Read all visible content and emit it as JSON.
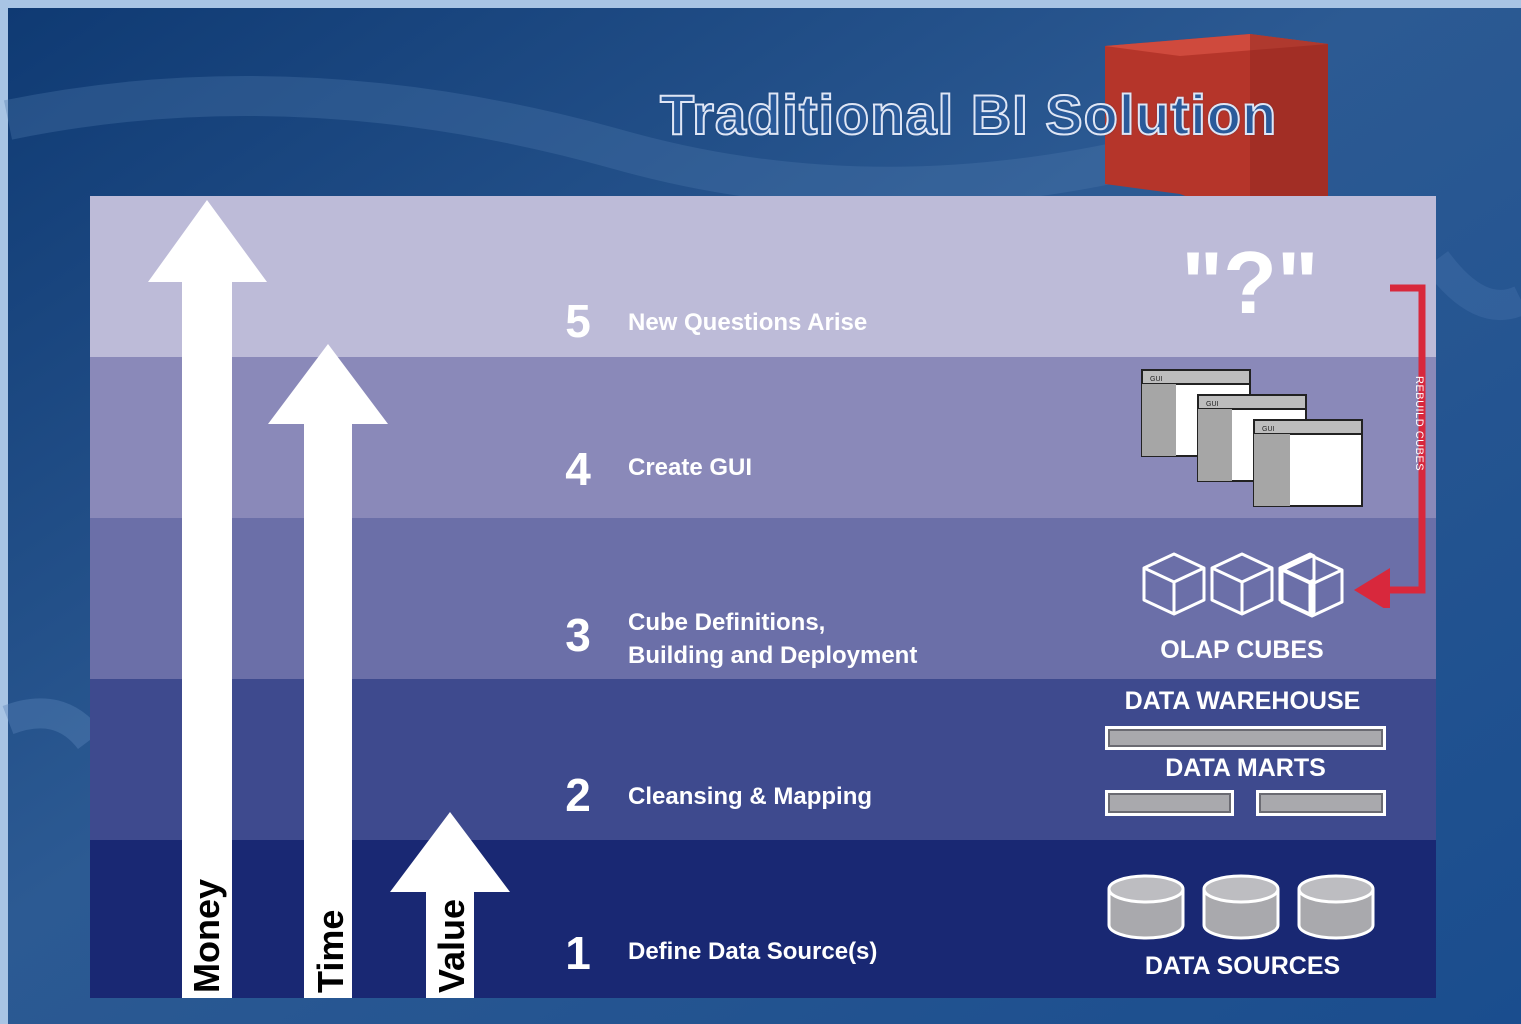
{
  "title": "Traditional BI Solution",
  "steps": [
    {
      "num": "1",
      "label": "Define Data Source(s)"
    },
    {
      "num": "2",
      "label": "Cleansing & Mapping"
    },
    {
      "num": "3",
      "label_line1": "Cube Definitions,",
      "label_line2": "Building and Deployment"
    },
    {
      "num": "4",
      "label": "Create GUI"
    },
    {
      "num": "5",
      "label": "New Questions Arise"
    }
  ],
  "arrows": {
    "money": "Money",
    "time": "Time",
    "value": "Value"
  },
  "labels": {
    "question": "\"?\"",
    "olap_cubes": "OLAP CUBES",
    "data_warehouse": "DATA WAREHOUSE",
    "data_marts": "DATA MARTS",
    "data_sources": "DATA SOURCES",
    "rebuild_cubes": "REBUILD CUBES",
    "gui": "GUI"
  },
  "colors": {
    "band_5": "#bdbbd8",
    "band_4": "#8a89b9",
    "band_3": "#6b6fa8",
    "band_2": "#3e4a8e",
    "band_1": "#192873",
    "rebuild_arrow": "#d8283c",
    "cube_red": "#b5352a"
  }
}
